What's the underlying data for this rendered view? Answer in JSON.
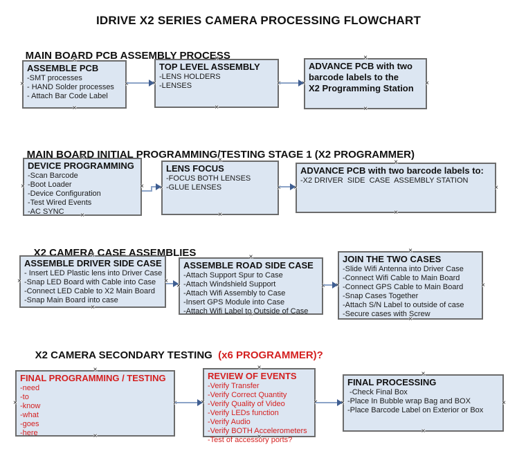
{
  "title": "IDRIVE X2  SERIES CAMERA PROCESSING FLOWCHART",
  "colors": {
    "box_fill": "#dce6f2",
    "box_border": "#6b6b6b",
    "connector_line": "#8ba3c7",
    "connector_head": "#3f5e91",
    "red_text": "#d42020"
  },
  "sections": [
    {
      "heading": "MAIN BOARD PCB ASSEMBLY PROCESS",
      "boxes": [
        {
          "title": "ASSEMBLE PCB",
          "lines": [
            "-SMT processes",
            "- HAND Solder processes",
            "- Attach Bar Code Label"
          ]
        },
        {
          "title": "TOP LEVEL ASSEMBLY",
          "lines": [
            "-LENS HOLDERS",
            "-LENSES"
          ]
        },
        {
          "title": "ADVANCE PCB with two\nbarcode labels to the\n X2 Programming Station",
          "lines": []
        }
      ]
    },
    {
      "heading": "MAIN BOARD INITIAL PROGRAMMING/TESTING STAGE 1 (X2 PROGRAMMER)",
      "boxes": [
        {
          "title": "DEVICE PROGRAMMING",
          "lines": [
            "-Scan Barcode",
            "-Boot Loader",
            "-Device Configuration",
            "-Test Wired Events",
            "-AC SYNC"
          ]
        },
        {
          "title": "LENS FOCUS",
          "lines": [
            "-FOCUS BOTH LENSES",
            "-GLUE LENSES"
          ]
        },
        {
          "title": "ADVANCE PCB with two barcode labels to:",
          "lines": [
            "-X2 DRIVER  SIDE  CASE  ASSEMBLY STATION"
          ]
        }
      ]
    },
    {
      "heading": "X2 CAMERA CASE ASSEMBLIES",
      "boxes": [
        {
          "title": "ASSEMBLE DRIVER SIDE CASE",
          "lines": [
            "- Insert LED Plastic lens into Driver Case",
            "-Snap LED Board with Cable into Case",
            "-Connect LED Cable to X2 Main Board",
            "-Snap Main Board into case"
          ]
        },
        {
          "title": "ASSEMBLE ROAD SIDE CASE",
          "lines": [
            "-Attach Support Spur to Case",
            "-Attach Windshield Support",
            "-Attach Wifi Assembly to Case",
            "-Insert GPS Module into Case",
            "-Attach Wifi Label to Outside of Case"
          ]
        },
        {
          "title": "JOIN THE TWO CASES",
          "lines": [
            "-Slide Wifi Antenna into Driver Case",
            "-Connect Wifi Cable to Main Board",
            "-Connect GPS Cable to Main Board",
            "-Snap Cases Together",
            "-Attach S/N Label to outside of case",
            "-Secure cases with Screw"
          ]
        }
      ]
    },
    {
      "heading": "X2 CAMERA SECONDARY TESTING ",
      "heading_red": " (x6 PROGRAMMER)?",
      "boxes": [
        {
          "title": "FINAL PROGRAMMING / TESTING",
          "lines": [
            "-need",
            "-to",
            "-know",
            "-what",
            "-goes",
            "-here"
          ]
        },
        {
          "title": "REVIEW OF EVENTS",
          "lines": [
            "-Verify Transfer",
            "-Verify Correct Quantity",
            "-Verify Quality of Video",
            "-Verify LEDs function",
            "-Verify Audio",
            "-Verify BOTH Accelerometers",
            "-Test of accessory ports?"
          ]
        },
        {
          "title": "FINAL PROCESSING",
          "lines": [
            " -Check Final Box",
            "-Place In Bubble wrap Bag and BOX",
            "-Place Barcode Label on Exterior or Box"
          ]
        }
      ]
    }
  ]
}
